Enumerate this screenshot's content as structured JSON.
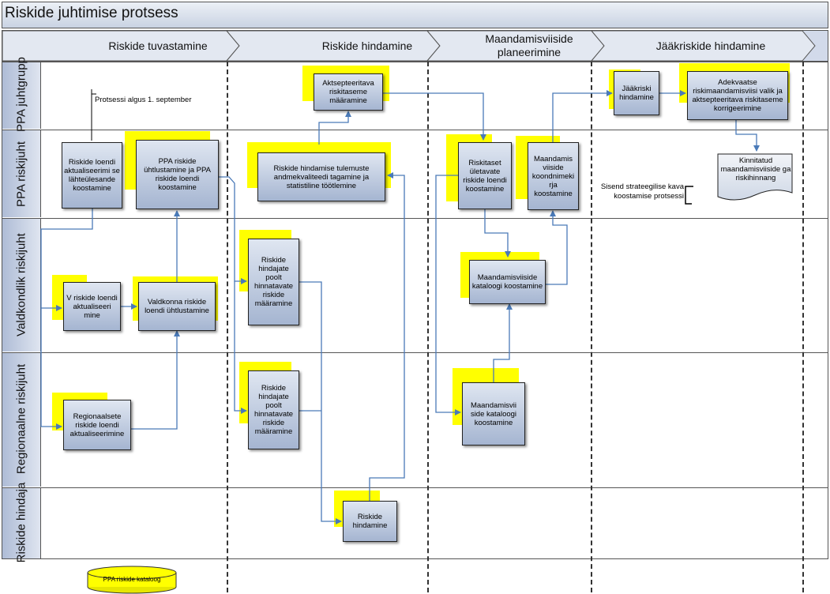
{
  "title": "Riskide juhtimise protsess",
  "phases": [
    {
      "label": "Riskide tuvastamine"
    },
    {
      "label": "Riskide hindamine"
    },
    {
      "label": "Maandamisviiside planeerimine"
    },
    {
      "label": "Jääkriskide hindamine"
    }
  ],
  "lanes": [
    {
      "label": "PPA juhtgrupp"
    },
    {
      "label": "PPA riskijuht"
    },
    {
      "label": "Valdkondlik riskijuht"
    },
    {
      "label": "Regionaalne riskijuht"
    },
    {
      "label": "Riskide hindaja"
    }
  ],
  "nodes": {
    "loendi_aktualiseerimine": "Riskide loendi aktualiseerimi se lähteülesande koostamine",
    "ppa_uhtlustamine": "PPA riskide ühtlustamine ja PPA riskide loendi koostamine",
    "v_riskide": "V riskide loendi aktualiseeri mine",
    "valdkonna": "Valdkonna riskide loendi ühtlustamine",
    "regionaalsete": "Regionaalsete riskide loendi aktualiseerimine",
    "aktsepteeritava": "Aktsepteeritava riskitaseme määramine",
    "tulemuste": "Riskide hindamise tulemuste andmekvaliteedi tagamine ja statistiline töötlemine",
    "hindajate_1": "Riskide hindajate poolt hinnatavate riskide määramine",
    "hindajate_2": "Riskide hindajate poolt hinnatavate riskide määramine",
    "hindamine": "Riskide hindamine",
    "riskitaset": "Riskitaset ületavate riskide loendi koostamine",
    "koondnimekiri": "Maandamis viiside koondnimeki rja koostamine",
    "kataloogi_1": "Maandamisviiside kataloogi koostamine",
    "kataloogi_2": "Maandamisvii side kataloogi koostamine",
    "jaakriski": "Jääkriski hindamine",
    "adekvaatse": "Adekvaatse riskimaandamisviisi valik ja aktsepteeritava riskitaseme korrigeerimine"
  },
  "document": "Kinnitatud maandamisviiside ga riskihinnang",
  "annotations": {
    "start": "Protsessi algus 1. september",
    "strateegia": "Sisend strateegilise kava koostamise protsessi"
  },
  "database": "PPA riskide kataloog",
  "colors": {
    "note": "#ffff00",
    "arrow": "#4a7ab8",
    "box_top": "#dfe6f1",
    "box_bottom": "#a5b5d1"
  }
}
